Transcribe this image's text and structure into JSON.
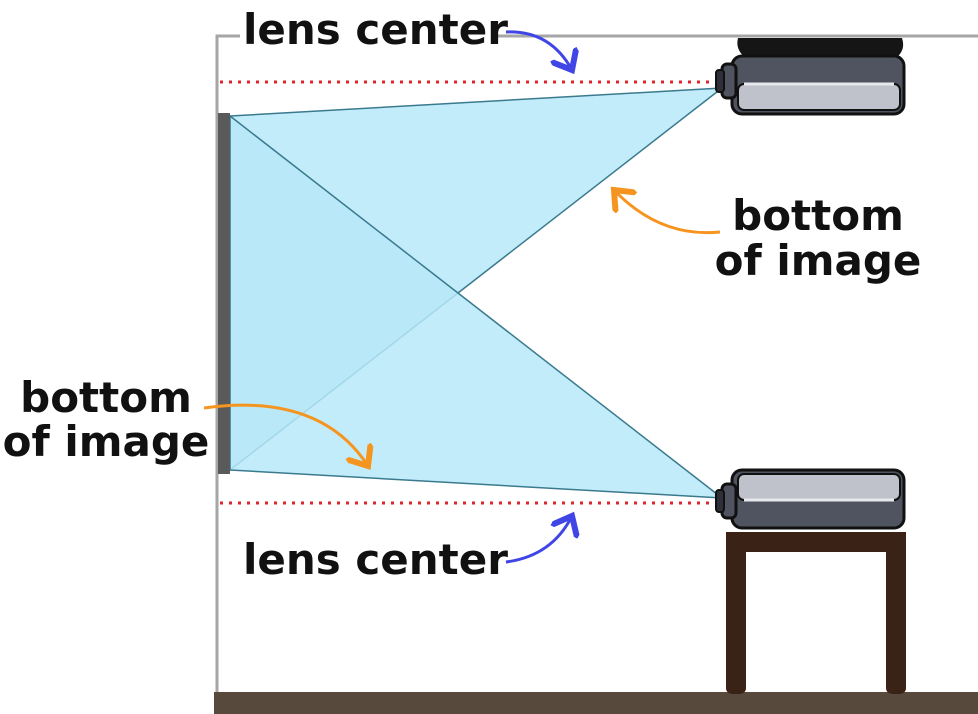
{
  "labels": {
    "lens_center_top": "lens center",
    "lens_center_bottom": "lens center",
    "bottom_image_right_line1": "bottom",
    "bottom_image_right_line2": "of image",
    "bottom_image_left_line1": "bottom",
    "bottom_image_left_line2": "of image"
  },
  "colors": {
    "wall": "#a6a6a6",
    "floor": "#574a3c",
    "screen": "#5a5a5a",
    "beam_fill": "#b7e9f8",
    "beam_stroke": "#3a7a8e",
    "lens_line": "#e0242b",
    "blue_arrow": "#4046e6",
    "orange_arrow": "#f5951f",
    "projector_body": "#bfc2ca",
    "projector_dark": "#4f5460",
    "table": "#3b2216"
  }
}
